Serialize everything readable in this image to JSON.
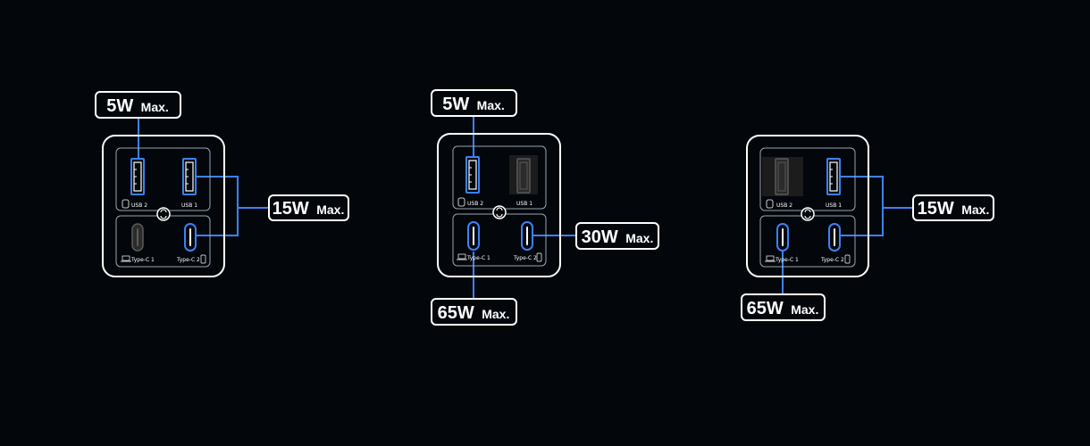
{
  "colors": {
    "background": "#03070c",
    "outline": "#ffffff",
    "active": "#3b82f6",
    "inactive_port": "#2b2b2b",
    "inactive_inner": "#5a5a5a",
    "sub_outline": "#9aa3ad"
  },
  "icons": {
    "watch": "watch-icon",
    "laptop": "laptop-icon",
    "phone": "phone-icon",
    "hub": "power-hub-icon"
  },
  "ports": {
    "usb_2": "USB 2",
    "usb_1": "USB 1",
    "type_c_1": "Type-C 1",
    "type_c_2": "Type-C 2"
  },
  "configs": [
    {
      "usb_2_active": true,
      "usb_1_active": true,
      "c1_active": false,
      "c2_active": true,
      "labels": [
        {
          "value": "5W",
          "unit": "Max."
        },
        {
          "value": "15W",
          "unit": "Max."
        }
      ]
    },
    {
      "usb_2_active": true,
      "usb_1_active": false,
      "c1_active": true,
      "c2_active": true,
      "labels": [
        {
          "value": "5W",
          "unit": "Max."
        },
        {
          "value": "30W",
          "unit": "Max."
        },
        {
          "value": "65W",
          "unit": "Max."
        }
      ]
    },
    {
      "usb_2_active": false,
      "usb_1_active": true,
      "c1_active": true,
      "c2_active": true,
      "labels": [
        {
          "value": "15W",
          "unit": "Max."
        },
        {
          "value": "65W",
          "unit": "Max."
        }
      ]
    }
  ]
}
